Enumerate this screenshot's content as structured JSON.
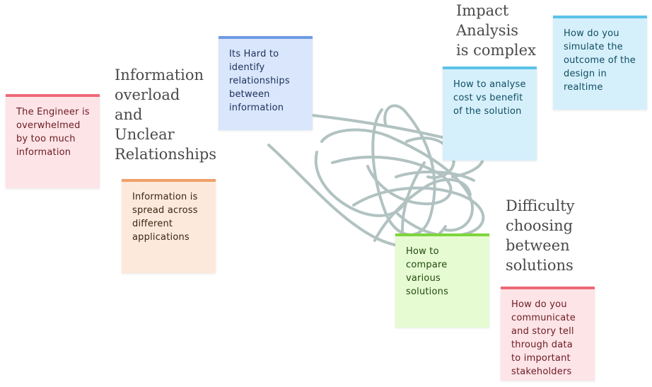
{
  "headings": {
    "overload": "Information\noverload\nand\nUnclear\nRelationships",
    "impact": "Impact\nAnalysis\nis complex",
    "difficulty": "Difficulty\nchoosing\nbetween\nsolutions"
  },
  "notes": {
    "engineer": "The Engineer is\noverwhelmed\nby too much\ninformation",
    "spread": "Information is\nspread across\ndifferent\napplications",
    "relationships": "Its Hard to\nidentify\nrelationships\nbetween\ninformation",
    "cost": "How to analyse\ncost vs benefit\nof the solution",
    "simulate": "How do you\nsimulate the\noutcome of the\ndesign in\nrealtime",
    "compare": "How to\ncompare\nvarious\nsolutions",
    "communicate": "How do you\ncommunicate\nand story tell\nthrough data\nto important\nstakeholders"
  },
  "colors": {
    "pink": "#ee6a79",
    "orange": "#f0a06a",
    "blue": "#6e9be6",
    "cyan": "#5cc3e8",
    "green": "#7dd63d",
    "scribble": "#a9bcbb"
  }
}
